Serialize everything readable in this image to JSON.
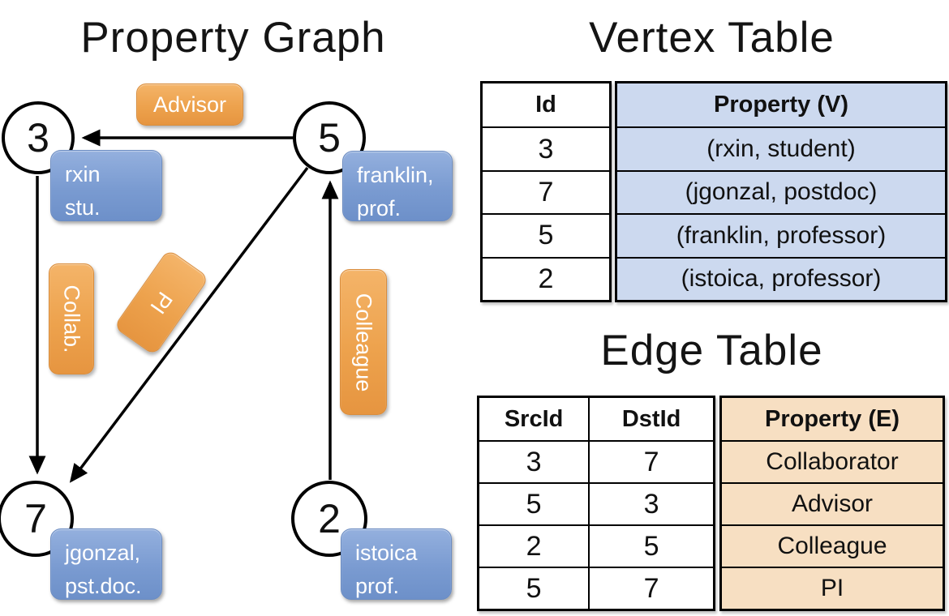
{
  "colors": {
    "edge_label_orange_top": "#f4b469",
    "edge_label_orange_bottom": "#e69540",
    "vertex_box_blue_top": "#94b0de",
    "vertex_box_blue_bottom": "#6d90c9",
    "vertex_table_fill": "#ccd9ef",
    "edge_table_fill": "#f7dfc2",
    "line_color": "#000000"
  },
  "graph": {
    "title": "Property Graph",
    "vertices": [
      {
        "id": "3",
        "property_line1": "rxin",
        "property_line2": "stu."
      },
      {
        "id": "5",
        "property_line1": "franklin,",
        "property_line2": "prof."
      },
      {
        "id": "7",
        "property_line1": "jgonzal,",
        "property_line2": "pst.doc."
      },
      {
        "id": "2",
        "property_line1": "istoica",
        "property_line2": "prof."
      }
    ],
    "edges": [
      {
        "src": "5",
        "dst": "3",
        "label": "Advisor"
      },
      {
        "src": "3",
        "dst": "7",
        "label": "Collab."
      },
      {
        "src": "5",
        "dst": "7",
        "label": "PI"
      },
      {
        "src": "2",
        "dst": "5",
        "label": "Colleague"
      }
    ]
  },
  "vertex_table": {
    "title": "Vertex Table",
    "columns": [
      "Id",
      "Property (V)"
    ],
    "rows": [
      [
        "3",
        "(rxin, student)"
      ],
      [
        "7",
        "(jgonzal, postdoc)"
      ],
      [
        "5",
        "(franklin, professor)"
      ],
      [
        "2",
        "(istoica, professor)"
      ]
    ]
  },
  "edge_table": {
    "title": "Edge Table",
    "columns": [
      "SrcId",
      "DstId",
      "Property (E)"
    ],
    "rows": [
      [
        "3",
        "7",
        "Collaborator"
      ],
      [
        "5",
        "3",
        "Advisor"
      ],
      [
        "2",
        "5",
        "Colleague"
      ],
      [
        "5",
        "7",
        "PI"
      ]
    ]
  }
}
